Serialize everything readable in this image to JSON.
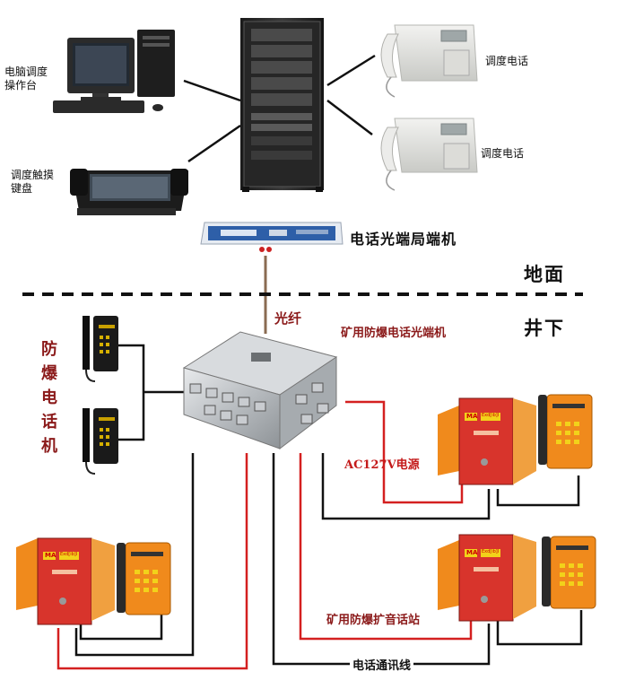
{
  "labels": {
    "pc_console": [
      "电脑调度",
      "操作台"
    ],
    "touch_keyboard": [
      "调度触摸",
      "键盘"
    ],
    "dispatch_phone_1": "调度电话",
    "dispatch_phone_2": "调度电话",
    "optical_terminal": "电话光端局端机",
    "surface": "地面",
    "underground": "井下",
    "fiber": "光纤",
    "mine_optical_terminal": "矿用防爆电话光端机",
    "explosion_proof_phone": [
      "防",
      "爆",
      "电",
      "话",
      "机"
    ],
    "power": "AC127V电源",
    "broadcast_station": "矿用防爆扩音话站",
    "comm_line": "电话通讯线"
  },
  "device_marks": {
    "ma": "MA",
    "exd": "Exd[ib]I"
  },
  "colors": {
    "signal_line": "#111111",
    "power_line": "#d42020",
    "device_red": "#d8342c",
    "device_orange": "#f08a1c",
    "label_red": "#8b1a1a"
  }
}
